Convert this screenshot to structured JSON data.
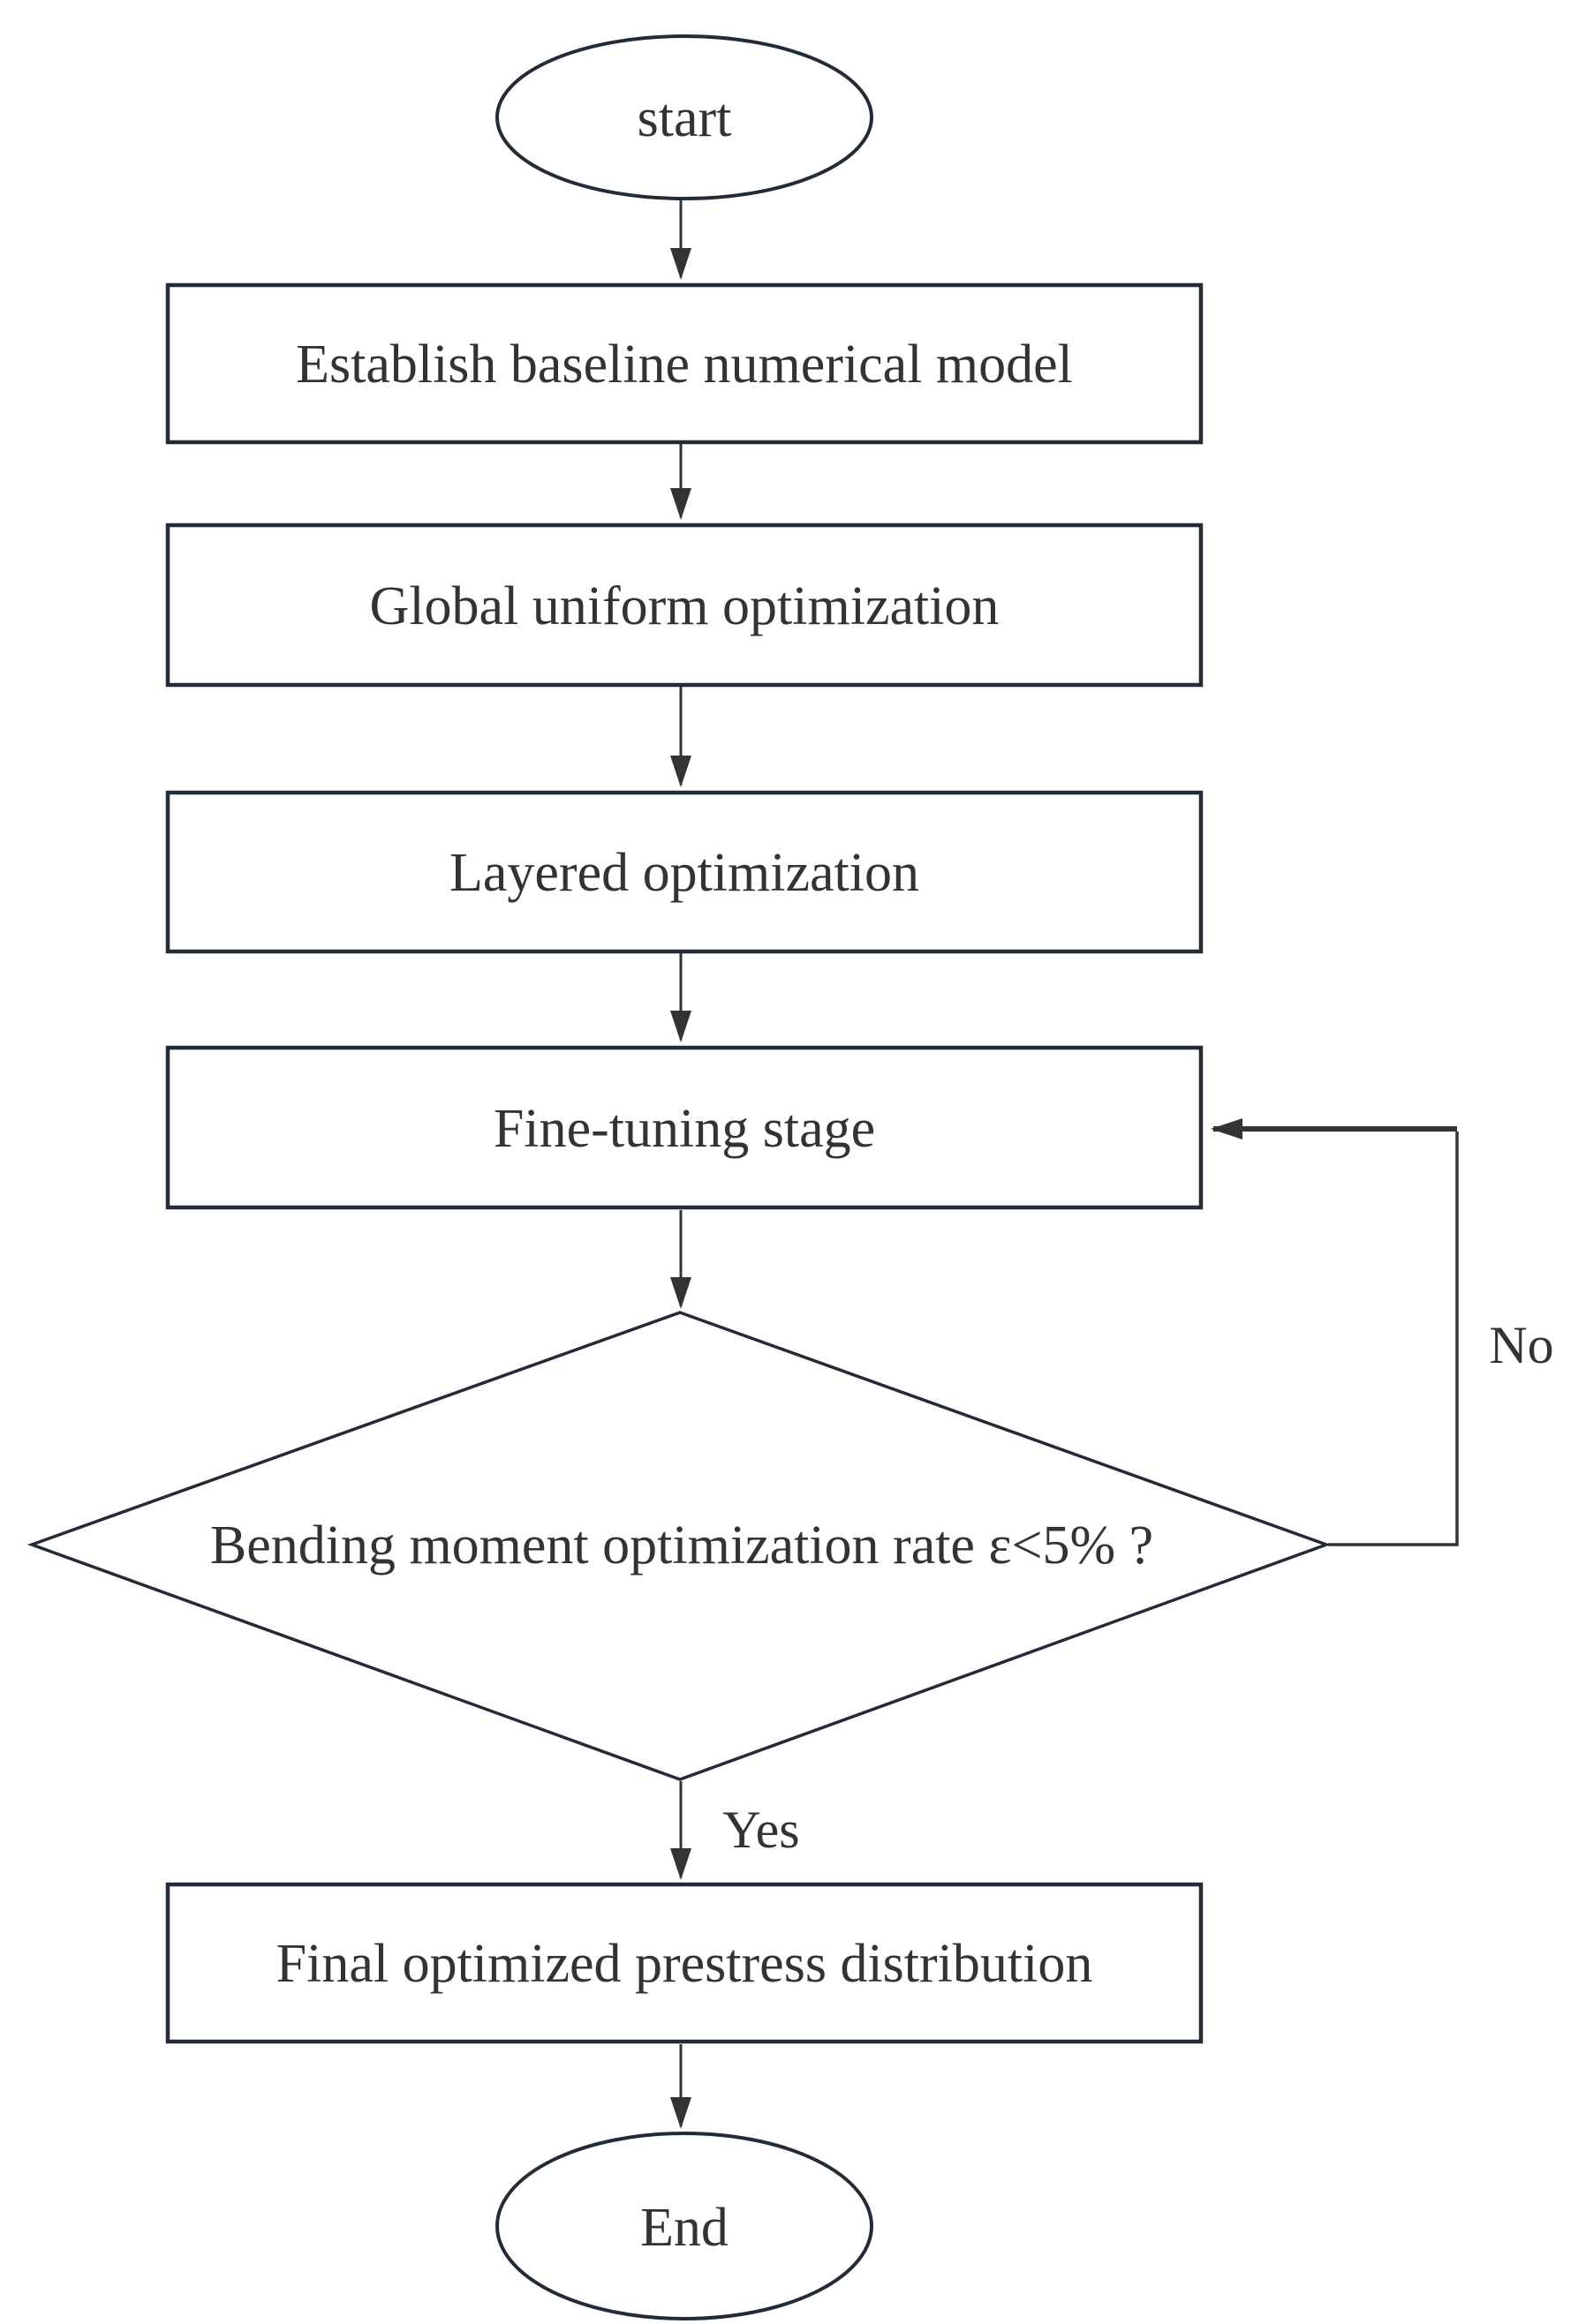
{
  "flowchart": {
    "nodes": [
      {
        "id": "start",
        "shape": "ellipse",
        "label": "start"
      },
      {
        "id": "establish",
        "shape": "rect",
        "label": "Establish baseline numerical model"
      },
      {
        "id": "global",
        "shape": "rect",
        "label": "Global uniform optimization"
      },
      {
        "id": "layered",
        "shape": "rect",
        "label": "Layered optimization"
      },
      {
        "id": "finetune",
        "shape": "rect",
        "label": "Fine-tuning stage"
      },
      {
        "id": "decision",
        "shape": "diamond",
        "label": "Bending moment optimization rate ε<5% ?"
      },
      {
        "id": "final",
        "shape": "rect",
        "label": "Final optimized prestress distribution"
      },
      {
        "id": "end",
        "shape": "ellipse",
        "label": "End"
      }
    ],
    "edges": [
      {
        "from": "start",
        "to": "establish",
        "label": ""
      },
      {
        "from": "establish",
        "to": "global",
        "label": ""
      },
      {
        "from": "global",
        "to": "layered",
        "label": ""
      },
      {
        "from": "layered",
        "to": "finetune",
        "label": ""
      },
      {
        "from": "finetune",
        "to": "decision",
        "label": ""
      },
      {
        "from": "decision",
        "to": "final",
        "label": "Yes"
      },
      {
        "from": "decision",
        "to": "finetune",
        "label": "No"
      },
      {
        "from": "final",
        "to": "end",
        "label": ""
      }
    ],
    "colors": {
      "shape_stroke": "#222b36",
      "line": "#333333",
      "text": "#333333",
      "background": "#ffffff"
    }
  }
}
